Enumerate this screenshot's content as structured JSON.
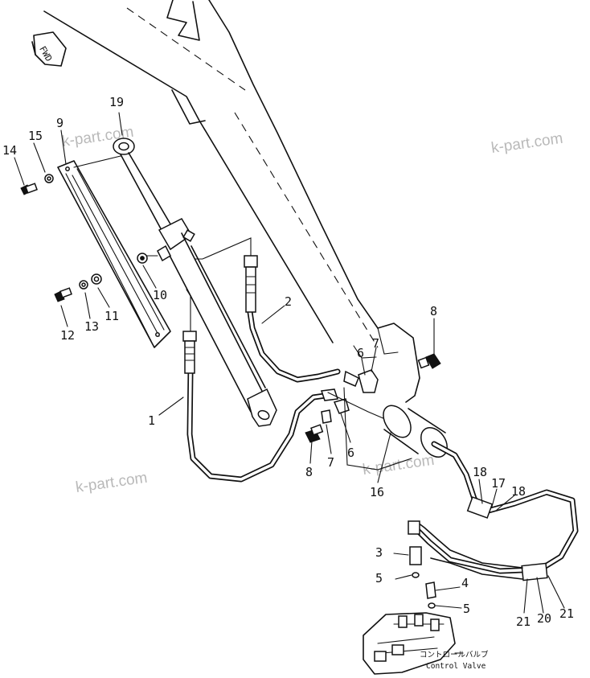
{
  "diagram": {
    "forward_label": "FWD",
    "watermark": "k-part.com",
    "callouts": {
      "c1": "1",
      "c2": "2",
      "c3": "3",
      "c4": "4",
      "c5a": "5",
      "c5b": "5",
      "c6a": "6",
      "c6b": "6",
      "c7a": "7",
      "c7b": "7",
      "c8a": "8",
      "c8b": "8",
      "c9": "9",
      "c10": "10",
      "c11": "11",
      "c12": "12",
      "c13": "13",
      "c14": "14",
      "c15": "15",
      "c16": "16",
      "c17": "17",
      "c18a": "18",
      "c18b": "18",
      "c19": "19",
      "c20": "20",
      "c21a": "21",
      "c21b": "21"
    },
    "control_valve_jp": "コントロールバルブ",
    "control_valve_en": "Control Valve"
  }
}
